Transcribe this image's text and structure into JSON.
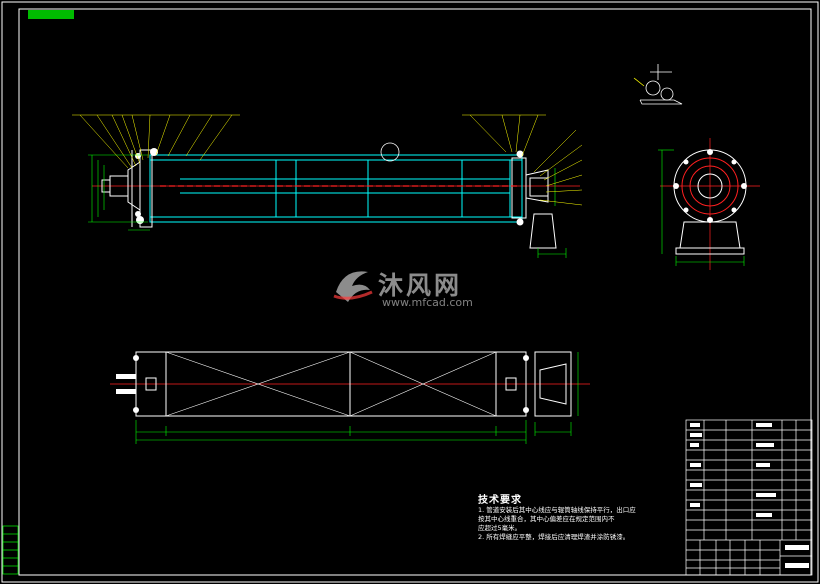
{
  "drawing": {
    "corner_tag": "",
    "background": "#000000",
    "colors": {
      "outline": "#ffffff",
      "geometry": "#00ffff",
      "center": "#ff2020",
      "dims": "#00ff00",
      "leader": "#ffff00"
    }
  },
  "tech_notes": {
    "title": "技术要求",
    "lines": [
      "1. 管道安装后其中心线应与辊筒轴线保持平行，出口应",
      "   按其中心线重合，其中心偏差应在规定范围内不",
      "   应超过5毫米。",
      "2. 所有焊缝应平整，焊接后应清理焊渣并涂防锈漆。"
    ]
  },
  "watermark": {
    "cn": "沐风网",
    "url": "www.mfcad.com"
  },
  "title_block": {
    "title_cells": [
      "",
      ""
    ]
  },
  "icons": {
    "logo": "mfcad-logo-icon",
    "roughness": "surface-roughness-icon"
  }
}
